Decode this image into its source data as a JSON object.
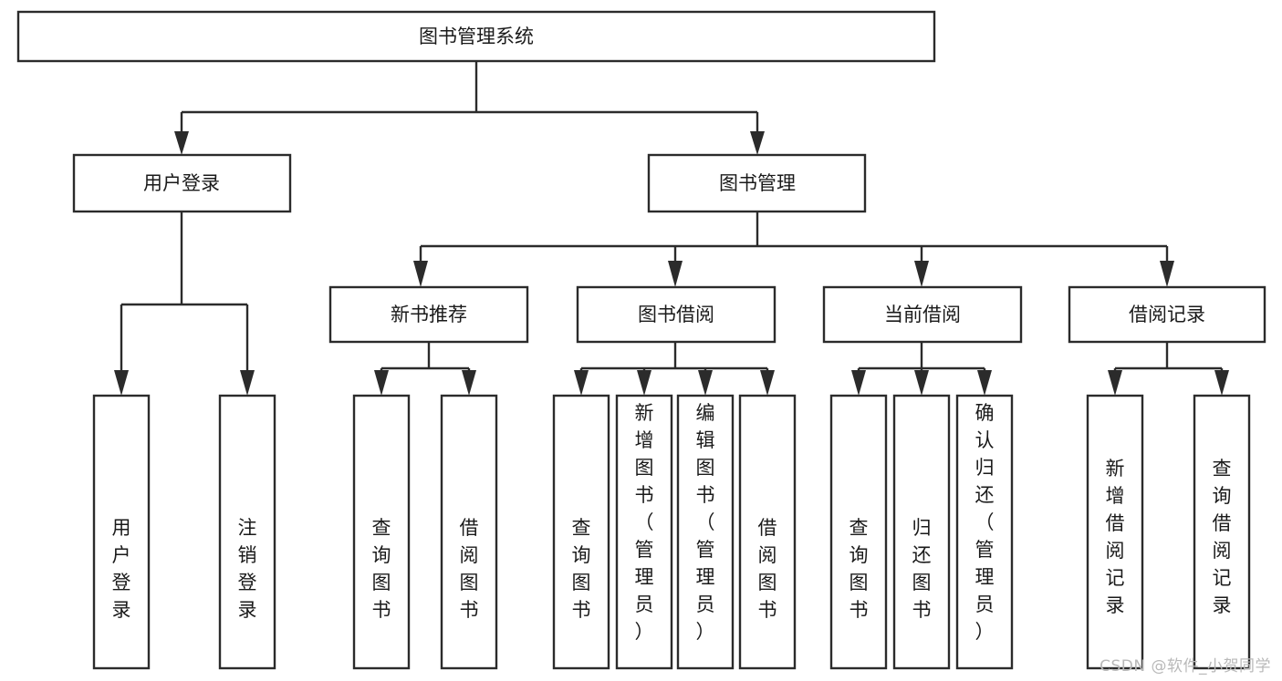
{
  "diagram": {
    "type": "tree-hierarchy",
    "title": "图书管理系统",
    "orientation": "top-down",
    "watermark": "CSDN @软件_小贺同学",
    "colors": {
      "box_fill": "#ffffff",
      "box_stroke": "#2b2b2b",
      "text": "#1a1a1a",
      "watermark": "#b9b9b9",
      "background": "#ffffff"
    },
    "levels": {
      "root": "图书管理系统",
      "level2": [
        "用户登录",
        "图书管理"
      ],
      "level3": [
        "新书推荐",
        "图书借阅",
        "当前借阅",
        "借阅记录"
      ],
      "leaves": [
        "用户登录",
        "注销登录",
        "查询图书",
        "借阅图书",
        "查询图书",
        "新增图书（管理员）",
        "编辑图书（管理员）",
        "借阅图书",
        "查询图书",
        "归还图书",
        "确认归还（管理员）",
        "新增借阅记录",
        "查询借阅记录"
      ]
    },
    "nodes": {
      "root": {
        "label": "图书管理系统"
      },
      "user_login": {
        "label": "用户登录"
      },
      "book_manage": {
        "label": "图书管理"
      },
      "new_book_rec": {
        "label": "新书推荐"
      },
      "book_borrow": {
        "label": "图书借阅"
      },
      "current_borrow": {
        "label": "当前借阅"
      },
      "borrow_record": {
        "label": "借阅记录"
      },
      "leaf_user_login": {
        "label": "用户登录"
      },
      "leaf_logout": {
        "label": "注销登录"
      },
      "leaf_query_book_a": {
        "label": "查询图书"
      },
      "leaf_borrow_book_a": {
        "label": "借阅图书"
      },
      "leaf_query_book_b": {
        "label": "查询图书"
      },
      "leaf_add_book": {
        "label": "新增图书（管理员）"
      },
      "leaf_edit_book": {
        "label": "编辑图书（管理员）"
      },
      "leaf_borrow_book_b": {
        "label": "借阅图书"
      },
      "leaf_query_book_c": {
        "label": "查询图书"
      },
      "leaf_return_book": {
        "label": "归还图书"
      },
      "leaf_confirm_return": {
        "label": "确认归还（管理员）"
      },
      "leaf_add_record": {
        "label": "新增借阅记录"
      },
      "leaf_query_record": {
        "label": "查询借阅记录"
      }
    },
    "edges": [
      {
        "from": "root",
        "to": "user_login"
      },
      {
        "from": "root",
        "to": "book_manage"
      },
      {
        "from": "user_login",
        "to": "leaf_user_login"
      },
      {
        "from": "user_login",
        "to": "leaf_logout"
      },
      {
        "from": "book_manage",
        "to": "new_book_rec"
      },
      {
        "from": "book_manage",
        "to": "book_borrow"
      },
      {
        "from": "book_manage",
        "to": "current_borrow"
      },
      {
        "from": "book_manage",
        "to": "borrow_record"
      },
      {
        "from": "new_book_rec",
        "to": "leaf_query_book_a"
      },
      {
        "from": "new_book_rec",
        "to": "leaf_borrow_book_a"
      },
      {
        "from": "book_borrow",
        "to": "leaf_query_book_b"
      },
      {
        "from": "book_borrow",
        "to": "leaf_add_book"
      },
      {
        "from": "book_borrow",
        "to": "leaf_edit_book"
      },
      {
        "from": "book_borrow",
        "to": "leaf_borrow_book_b"
      },
      {
        "from": "current_borrow",
        "to": "leaf_query_book_c"
      },
      {
        "from": "current_borrow",
        "to": "leaf_return_book"
      },
      {
        "from": "current_borrow",
        "to": "leaf_confirm_return"
      },
      {
        "from": "borrow_record",
        "to": "leaf_add_record"
      },
      {
        "from": "borrow_record",
        "to": "leaf_query_record"
      }
    ]
  }
}
